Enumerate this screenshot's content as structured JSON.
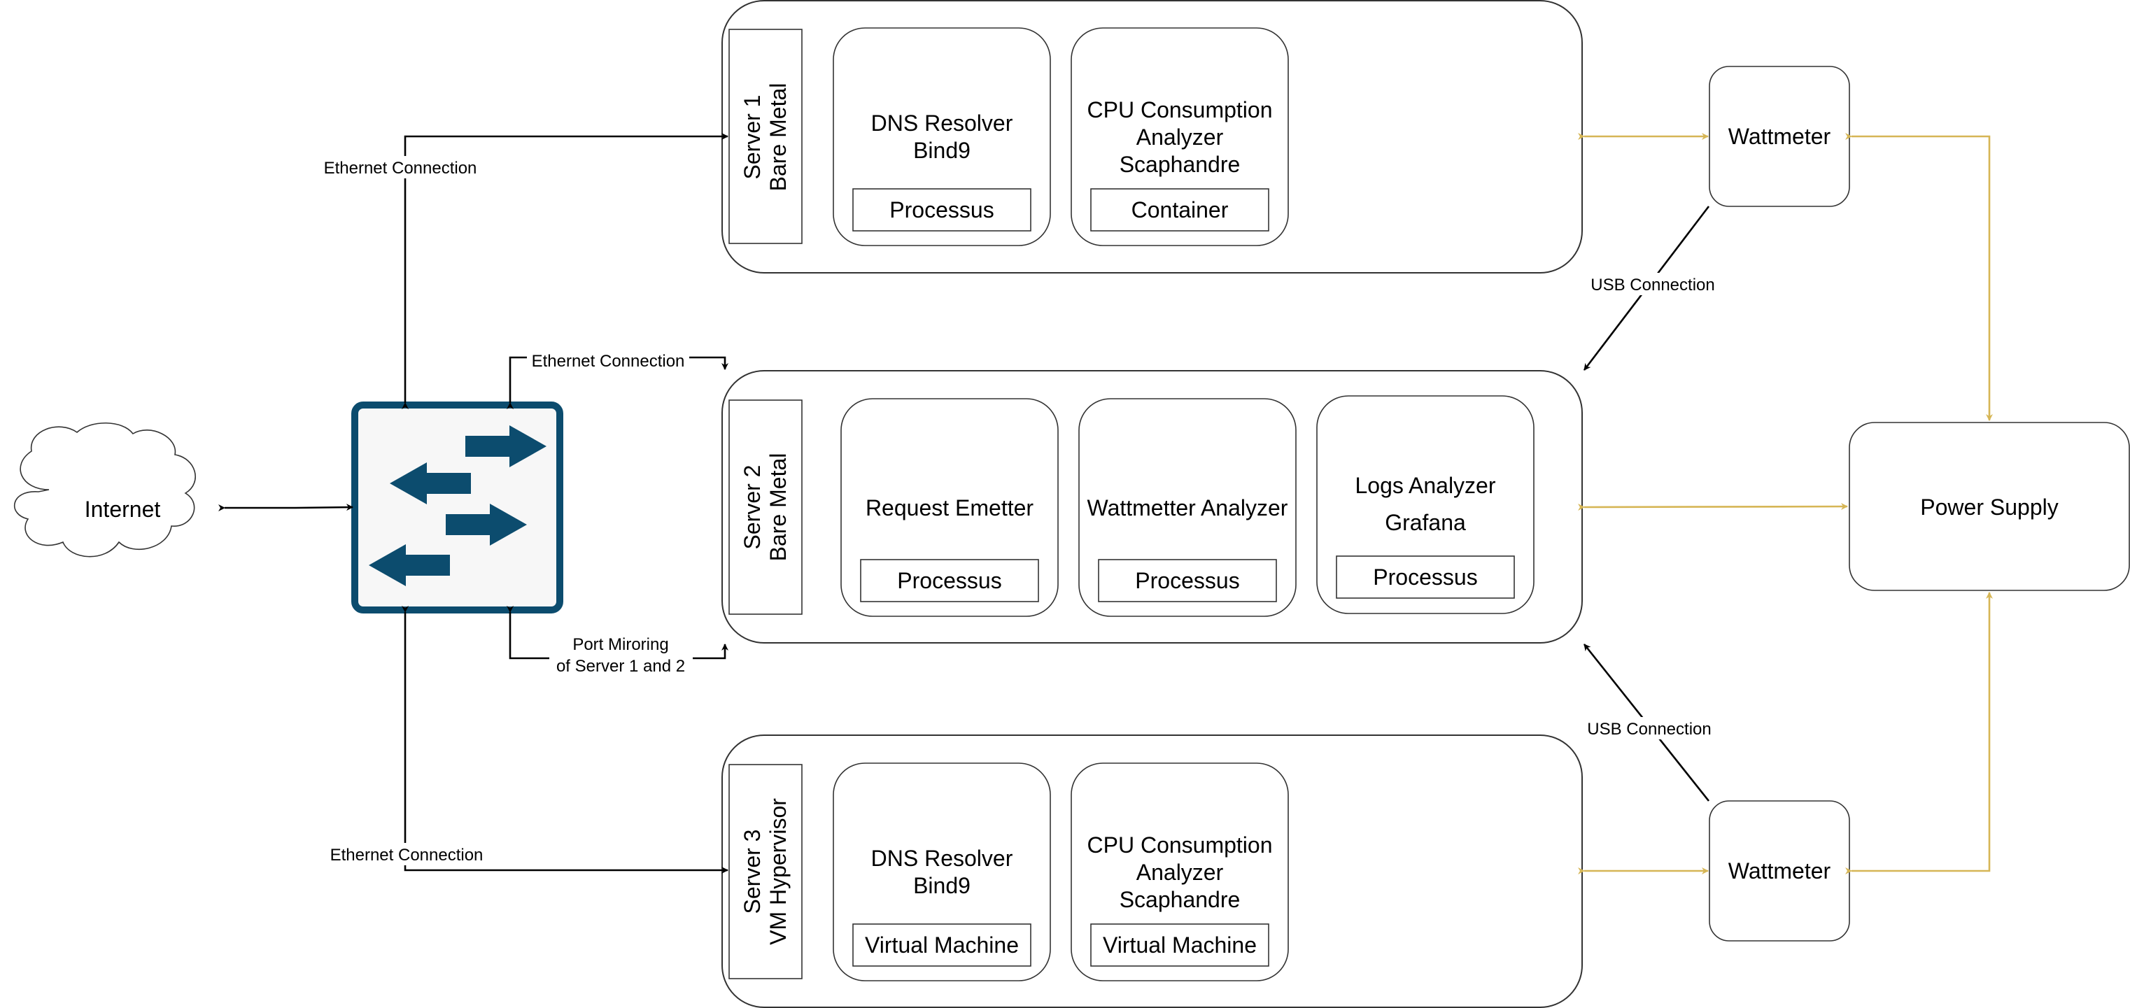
{
  "internet": {
    "label": "Internet"
  },
  "switch": {
    "icon": "network-switch-icon",
    "color": "#0c4c6e"
  },
  "servers": [
    {
      "id": "server1",
      "side_label_line1": "Server 1",
      "side_label_line2": "Bare Metal",
      "components": [
        {
          "lines": [
            "DNS Resolver",
            "Bind9"
          ],
          "tag": "Processus"
        },
        {
          "lines": [
            "CPU Consumption",
            "Analyzer",
            "Scaphandre"
          ],
          "tag": "Container"
        }
      ]
    },
    {
      "id": "server2",
      "side_label_line1": "Server 2",
      "side_label_line2": "Bare Metal",
      "components": [
        {
          "lines": [
            "Request Emetter"
          ],
          "tag": "Processus"
        },
        {
          "lines": [
            "Wattmetter Analyzer"
          ],
          "tag": "Processus"
        },
        {
          "lines": [
            "Logs Analyzer",
            "Grafana"
          ],
          "tag": "Processus"
        }
      ]
    },
    {
      "id": "server3",
      "side_label_line1": "Server 3",
      "side_label_line2": "VM Hypervisor",
      "components": [
        {
          "lines": [
            "DNS Resolver",
            "Bind9"
          ],
          "tag": "Virtual Machine"
        },
        {
          "lines": [
            "CPU Consumption",
            "Analyzer",
            "Scaphandre"
          ],
          "tag": "Virtual Machine"
        }
      ]
    }
  ],
  "wattmeters": [
    "Wattmeter",
    "Wattmeter"
  ],
  "power_supply": {
    "label": "Power Supply"
  },
  "connection_labels": {
    "eth_server1": "Ethernet Connection",
    "eth_server2": "Ethernet Connection",
    "eth_server3": "Ethernet Connection",
    "port_mirror_line1": "Port Miroring",
    "port_mirror_line2": "of Server 1 and 2",
    "usb_top": "USB Connection",
    "usb_bottom": "USB Connection"
  },
  "colors": {
    "power_lines": "#d6b656",
    "data_lines": "#000000"
  }
}
